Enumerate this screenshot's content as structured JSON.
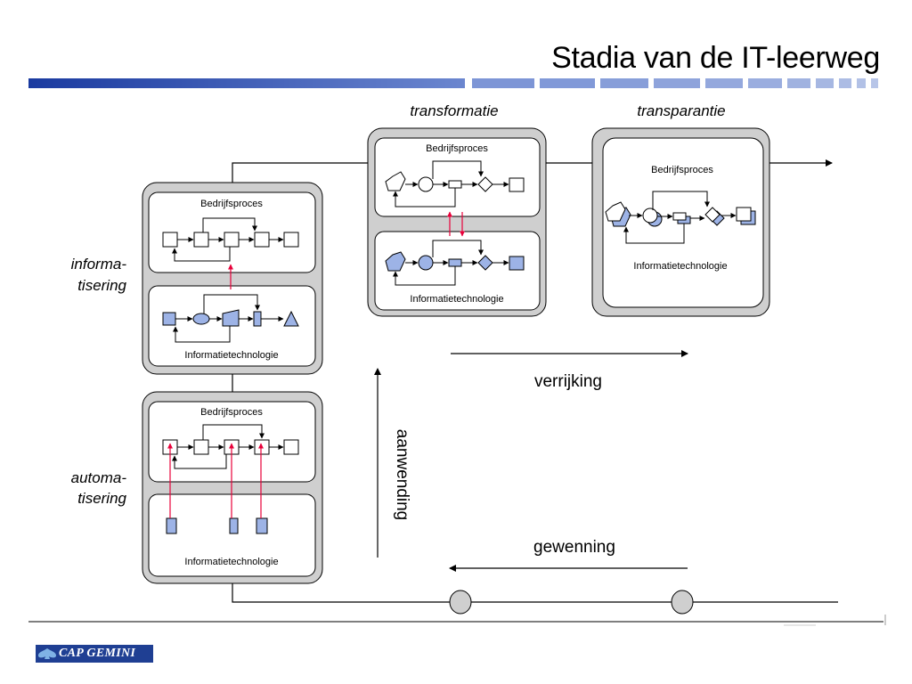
{
  "slide": {
    "title": "Stadia van de IT-leerweg"
  },
  "stages": {
    "informatisering": {
      "label_line1": "informa-",
      "label_line2": "tisering"
    },
    "automatisering": {
      "label_line1": "automa-",
      "label_line2": "tisering"
    },
    "transformatie": {
      "label": "transformatie"
    },
    "transparantie": {
      "label": "transparantie"
    }
  },
  "panels": {
    "business_process": "Bedrijfsproces",
    "information_technology": "Informatietechnologie"
  },
  "axes": {
    "verrijking": "verrijking",
    "aanwending": "aanwending",
    "gewenning": "gewenning"
  },
  "logo": {
    "text": "CAP GEMINI",
    "icon": "spade-icon"
  },
  "colors": {
    "accent_blue": "#1f3f93",
    "shape_fill_blue": "#9db3e6",
    "arrow_red": "#e8003a",
    "card_grey": "#cfcfcf"
  }
}
